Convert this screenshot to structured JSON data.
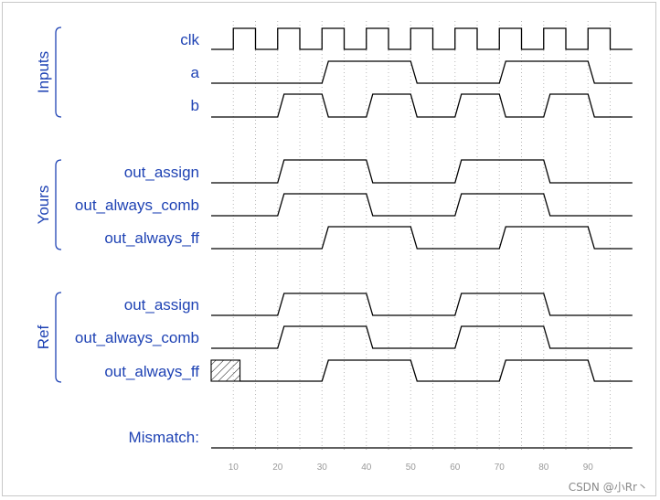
{
  "groups": [
    {
      "label": "Inputs",
      "signals": [
        "clk",
        "a",
        "b"
      ]
    },
    {
      "label": "Yours",
      "signals": [
        "out_assign",
        "out_always_comb",
        "out_always_ff"
      ]
    },
    {
      "label": "Ref",
      "signals": [
        "out_assign",
        "out_always_comb",
        "out_always_ff"
      ]
    }
  ],
  "mismatch": {
    "label": "Mismatch:"
  },
  "time_axis": {
    "range": [
      5,
      100
    ],
    "ticks": [
      10,
      20,
      30,
      40,
      50,
      60,
      70,
      80,
      90
    ]
  },
  "colors": {
    "label": "#1f43b4",
    "trace": "#000000",
    "grid": "#b8b8b8"
  },
  "waveforms": {
    "clk": [
      [
        5,
        0
      ],
      [
        10,
        1
      ],
      [
        15,
        0
      ],
      [
        20,
        1
      ],
      [
        25,
        0
      ],
      [
        30,
        1
      ],
      [
        35,
        0
      ],
      [
        40,
        1
      ],
      [
        45,
        0
      ],
      [
        50,
        1
      ],
      [
        55,
        0
      ],
      [
        60,
        1
      ],
      [
        65,
        0
      ],
      [
        70,
        1
      ],
      [
        75,
        0
      ],
      [
        80,
        1
      ],
      [
        85,
        0
      ],
      [
        90,
        1
      ],
      [
        95,
        0
      ]
    ],
    "a": [
      [
        5,
        0
      ],
      [
        30,
        1
      ],
      [
        50,
        0
      ],
      [
        70,
        1
      ],
      [
        90,
        0
      ]
    ],
    "b": [
      [
        5,
        0
      ],
      [
        20,
        1
      ],
      [
        30,
        0
      ],
      [
        40,
        1
      ],
      [
        50,
        0
      ],
      [
        60,
        1
      ],
      [
        70,
        0
      ],
      [
        80,
        1
      ],
      [
        90,
        0
      ]
    ],
    "yours_out_assign": [
      [
        5,
        0
      ],
      [
        20,
        1
      ],
      [
        40,
        0
      ],
      [
        60,
        1
      ],
      [
        80,
        0
      ]
    ],
    "yours_out_always_comb": [
      [
        5,
        0
      ],
      [
        20,
        1
      ],
      [
        40,
        0
      ],
      [
        60,
        1
      ],
      [
        80,
        0
      ]
    ],
    "yours_out_always_ff": [
      [
        5,
        0
      ],
      [
        30,
        1
      ],
      [
        50,
        0
      ],
      [
        70,
        1
      ],
      [
        90,
        0
      ]
    ],
    "ref_out_assign": [
      [
        5,
        0
      ],
      [
        20,
        1
      ],
      [
        40,
        0
      ],
      [
        60,
        1
      ],
      [
        80,
        0
      ]
    ],
    "ref_out_always_comb": [
      [
        5,
        0
      ],
      [
        20,
        1
      ],
      [
        40,
        0
      ],
      [
        60,
        1
      ],
      [
        80,
        0
      ]
    ],
    "ref_out_always_ff": [
      [
        5,
        "x"
      ],
      [
        11.5,
        0
      ],
      [
        30,
        1
      ],
      [
        50,
        0
      ],
      [
        70,
        1
      ],
      [
        90,
        0
      ]
    ],
    "mismatch": [
      [
        5,
        0
      ]
    ]
  },
  "watermark": "CSDN @小Rr丶"
}
